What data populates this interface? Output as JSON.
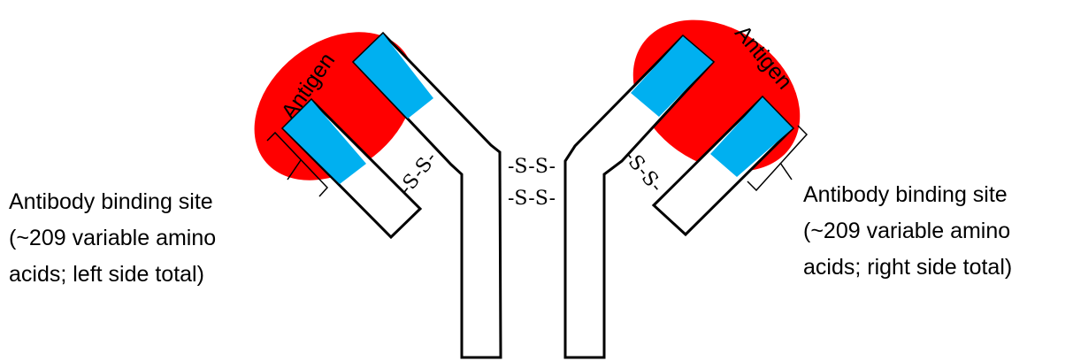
{
  "colors": {
    "antigen": "#ff0000",
    "variable_region": "#00b0f0",
    "chain_fill": "#ffffff",
    "outline": "#000000"
  },
  "antigens": {
    "left": "Antigen",
    "right": "Antigen"
  },
  "disulfide_bonds": {
    "left_arm": "-S-S-",
    "right_arm": "-S-S-",
    "hinge_top": "-S-S-",
    "hinge_bottom": "-S-S-"
  },
  "labels": {
    "left": {
      "line1": "Antibody binding site",
      "line2": "(~209 variable amino",
      "line3": "acids; left side total)"
    },
    "right": {
      "line1": "Antibody binding site",
      "line2": "(~209 variable amino",
      "line3": "acids; right side total)"
    }
  }
}
